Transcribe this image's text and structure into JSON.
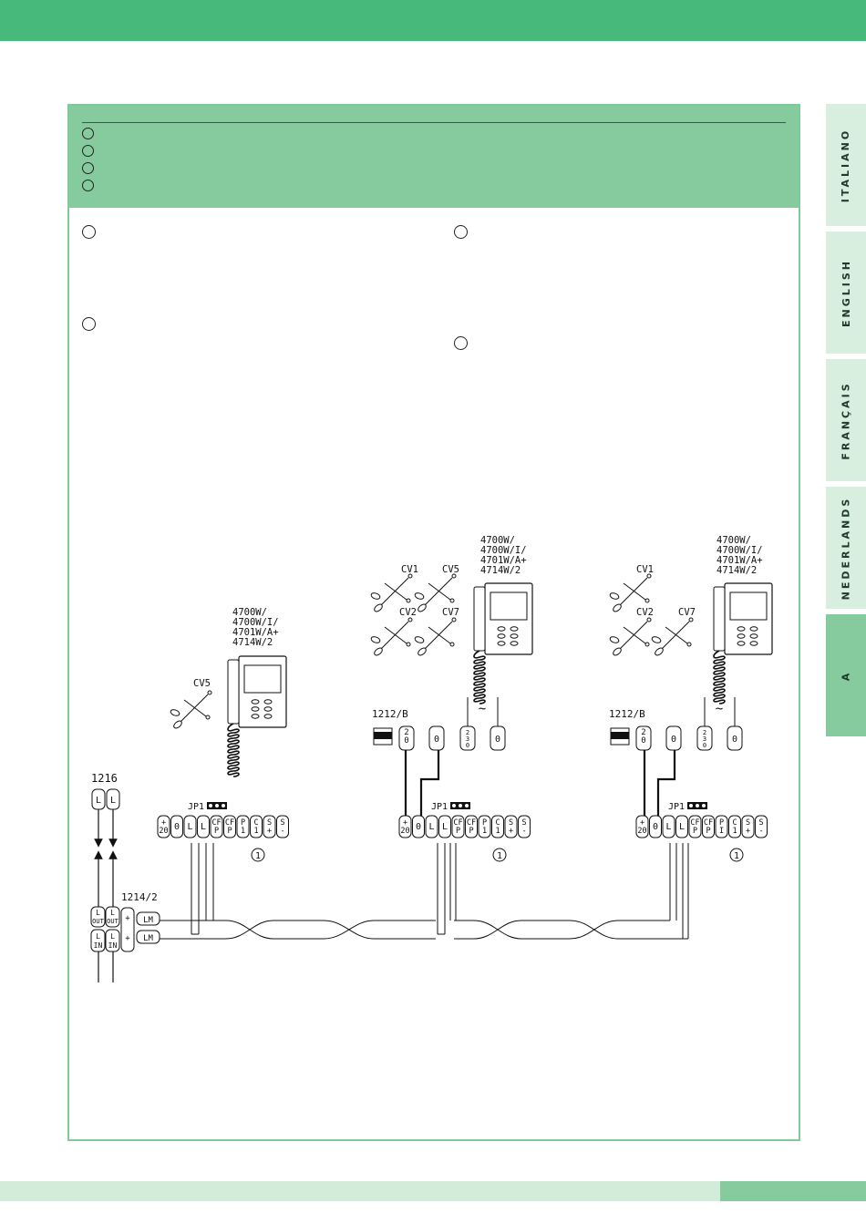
{
  "tabs": [
    {
      "label": "ITALIANO"
    },
    {
      "label": "ENGLISH"
    },
    {
      "label": "FRANÇAIS"
    },
    {
      "label": "NEDERLANDS"
    },
    {
      "label": "A"
    }
  ],
  "diagram": {
    "monitor_left": {
      "models": [
        "4700W/",
        "4700W/I/",
        "4701W/A+",
        "4714W/2"
      ],
      "cuts": [
        "CV5"
      ]
    },
    "monitor_mid": {
      "models": [
        "4700W/",
        "4700W/I/",
        "4701W/A+",
        "4714W/2"
      ],
      "cuts": [
        "CV1",
        "CV5",
        "CV2",
        "CV7"
      ]
    },
    "monitor_right": {
      "models": [
        "4700W/",
        "4700W/I/",
        "4701W/A+",
        "4714W/2"
      ],
      "cuts": [
        "CV1",
        "CV2",
        "CV7"
      ]
    },
    "psu_label": "1212/B",
    "psu_terminals": [
      "20",
      "0",
      "230",
      "0"
    ],
    "bus_label": "1216",
    "bus_terminals": [
      "L",
      "L"
    ],
    "splitter_label": "1214/2",
    "splitter_out": [
      "L OUT",
      "L OUT"
    ],
    "splitter_in": [
      "L IN",
      "L IN"
    ],
    "splitter_plus": [
      "+",
      "+"
    ],
    "splitter_lm": [
      "LM",
      "LM"
    ],
    "jumper_label": "JP1",
    "terminal_block": [
      "+ 20",
      "0",
      "L",
      "L",
      "CF P",
      "CF P",
      "P 1",
      "C 1",
      "S +",
      "S -"
    ],
    "terminal_block_right": [
      "+ 20",
      "0",
      "L",
      "L",
      "CF P",
      "CF P",
      "P I",
      "C 1",
      "S +",
      "S -"
    ],
    "callout": "1",
    "ac_symbol": "~"
  }
}
